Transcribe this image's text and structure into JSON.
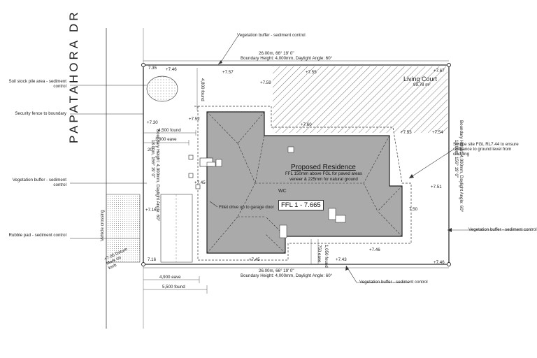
{
  "site": {
    "road_name": "PAPATAHORA DR",
    "living_court": {
      "title": "Living Court",
      "area": "99.78 m²"
    },
    "residence": {
      "title": "Proposed Residence",
      "note": "FFL 150mm above FGL for paved areas veneer & 225mm for natural ground",
      "ffl": "FFL 1 - 7.665",
      "wc": "WC"
    },
    "boundaries": {
      "top": {
        "dim": "26.00m, 66° 19' 0\"",
        "note": "Boundary Height: 4,000mm, Daylight Angle: 60°"
      },
      "bottom": {
        "dim": "26.00m, 66° 19' 0\"",
        "note": "Boundary Height: 4,000mm, Daylight Angle: 60°"
      },
      "left": {
        "dim": "18.00m, 156° 19' 0\"",
        "note": "Boundary Height: 4,000mm, Daylight Angle: 60°"
      },
      "right": {
        "dim": "18.00m, 156° 19' 0\"",
        "note": "Boundary Height: 4,000mm, Daylight Angle: 60°"
      }
    },
    "callouts": {
      "veg_top": "Vegetation buffer - sediment control",
      "soil": "Soil stock pile area - sediment control",
      "security": "Security fence to boundary",
      "veg_left": "Vegetation buffer - sediment control",
      "rubble": "Rubble pad - sediment control",
      "scrape": "Scrape site FGL RL7.44 to ensure clearance to ground level from cladding",
      "veg_right": "Vegetation buffer - sediment control",
      "veg_bottom": "Vegetation buffer - sediment control",
      "fillet": "Fillet drive up to garage door",
      "vehicle": "Vehicle crossing",
      "datum": "+7.06 Datum Mark on kerb"
    },
    "dims": {
      "d4500": "4,500 found",
      "d3900": "3,900 eave",
      "d4900": "4,900 eave",
      "d5500": "5,500 found",
      "d4800": "4,800 found",
      "d750": "750 eave",
      "d1050": "1,050 found"
    },
    "levels": {
      "l1": "7.35",
      "l2": "+7.46",
      "l3": "+7.57",
      "l4": "+7.55",
      "l5": "+7.67",
      "l6": "+7.59",
      "l7": "+7.52",
      "l8": "+7.30",
      "l9": "+7.60",
      "l10": "+7.53",
      "l11": "+7.54",
      "l12": "20",
      "l13": "+7.51",
      "l14": "+7.16",
      "l15": "7.50",
      "l16": "+7.46",
      "l17": "+7.45",
      "l18": "+7.43",
      "l19": "+7.46",
      "l20": "7.16",
      "l21": "+7.45"
    }
  }
}
